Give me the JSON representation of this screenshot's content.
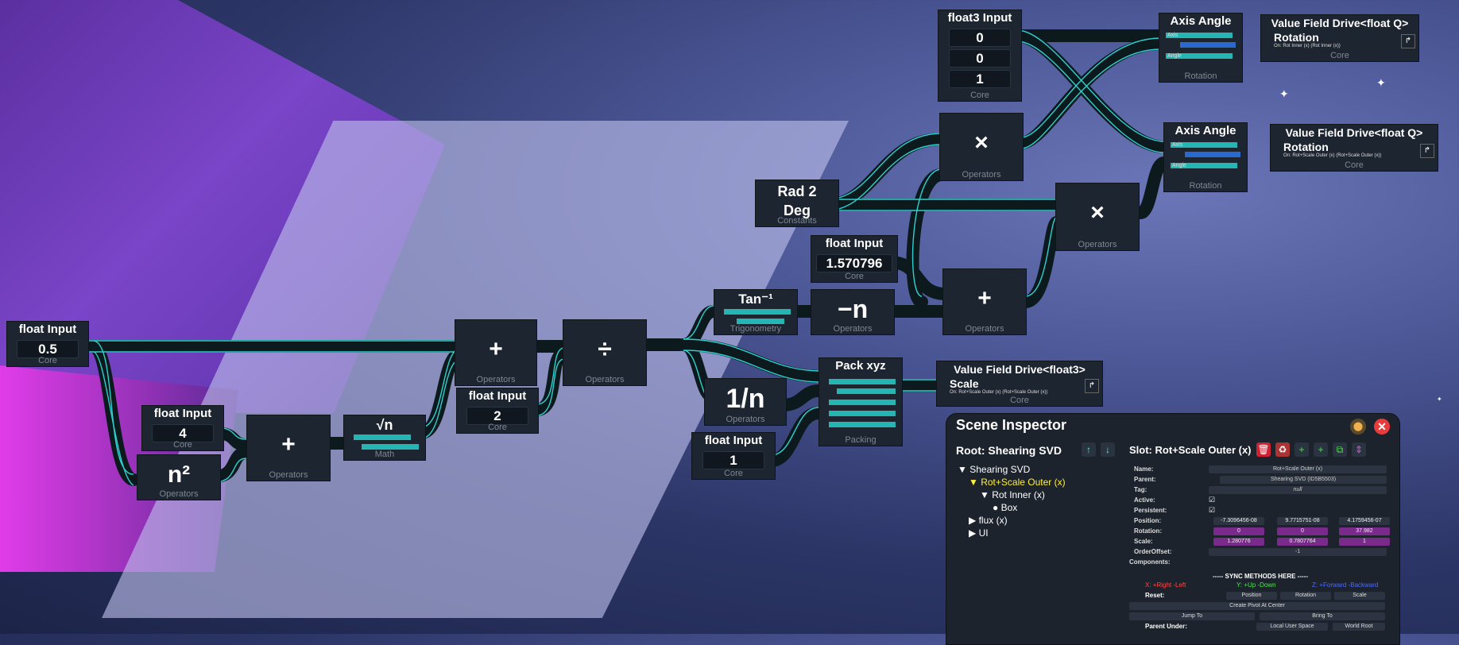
{
  "nodes": {
    "float_input_a": {
      "title": "float Input",
      "value": "0.5",
      "category": "Core"
    },
    "float_input_b": {
      "title": "float Input",
      "value": "4",
      "category": "Core"
    },
    "square": {
      "symbol": "n²",
      "category": "Operators"
    },
    "add_1": {
      "symbol": "+",
      "category": "Operators"
    },
    "sqrt": {
      "symbol": "√n",
      "category": "Math"
    },
    "add_2": {
      "symbol": "+",
      "category": "Operators"
    },
    "float_input_c": {
      "title": "float Input",
      "value": "2",
      "category": "Core"
    },
    "divide": {
      "symbol": "÷",
      "category": "Operators"
    },
    "tan_inv": {
      "symbol": "Tan⁻¹",
      "category": "Trigonometry"
    },
    "negate": {
      "symbol": "−n",
      "category": "Operators"
    },
    "reciprocal": {
      "symbol": "1/n",
      "category": "Operators"
    },
    "float_input_d": {
      "title": "float Input",
      "value": "1",
      "category": "Core"
    },
    "pack_xyz": {
      "title": "Pack xyz",
      "category": "Packing"
    },
    "value_drive_scale": {
      "title": "Value Field Drive<float3>",
      "field": "Scale",
      "target": "On: Rot+Scale Outer (x) (Rot+Scale Outer (x))",
      "category": "Core"
    },
    "float_input_e": {
      "title": "float Input",
      "value": "1.570796",
      "category": "Core"
    },
    "add_3": {
      "symbol": "+",
      "category": "Operators"
    },
    "rad2deg": {
      "title": "Rad 2 Deg",
      "category": "Constants"
    },
    "multiply_1": {
      "symbol": "×",
      "category": "Operators"
    },
    "multiply_2": {
      "symbol": "×",
      "category": "Operators"
    },
    "float3_input": {
      "title": "float3 Input",
      "values": [
        "0",
        "0",
        "1"
      ],
      "category": "Core"
    },
    "axis_angle_1": {
      "title": "Axis Angle",
      "ports": [
        "Axis",
        "Angle"
      ],
      "category": "Rotation"
    },
    "axis_angle_2": {
      "title": "Axis Angle",
      "ports": [
        "Axis",
        "Angle"
      ],
      "category": "Rotation"
    },
    "value_drive_rot_1": {
      "title": "Value Field Drive<float Q>",
      "field": "Rotation",
      "target": "On: Rot Inner (x) (Rot Inner (x))",
      "category": "Core"
    },
    "value_drive_rot_2": {
      "title": "Value Field Drive<float Q>",
      "field": "Rotation",
      "target": "On: Rot+Scale Outer (x) (Rot+Scale Outer (x))",
      "category": "Core"
    }
  },
  "inspector": {
    "title": "Scene Inspector",
    "root_label": "Root: Shearing SVD",
    "slot_label": "Slot: Rot+Scale Outer (x)",
    "tree": [
      "Shearing SVD",
      "Rot+Scale Outer (x)",
      "Rot Inner (x)",
      "Box",
      "flux (x)",
      "UI"
    ],
    "props": {
      "name_label": "Name:",
      "name": "Rot+Scale Outer (x)",
      "parent_label": "Parent:",
      "parent": "Shearing SVD (ID5B5503)",
      "tag_label": "Tag:",
      "tag": "null",
      "active_label": "Active:",
      "persistent_label": "Persistent:",
      "position_label": "Position:",
      "pos_x": "-7.3096456-08",
      "pos_y": "9.7715751-08",
      "pos_z": "4.1759456-07",
      "rotation_label": "Rotation:",
      "rot_x": "0",
      "rot_y": "0",
      "rot_z": "37.982",
      "scale_label": "Scale:",
      "scale_x": "1.280776",
      "scale_y": "0.7807764",
      "scale_z": "1",
      "order_label": "OrderOffset:",
      "order": "-1",
      "components_label": "Components:"
    },
    "sync_header": "----- SYNC METHODS HERE -----",
    "axis_x": "X: +Right -Left",
    "axis_y": "Y: +Up -Down",
    "axis_z": "Z: +Forward -Backward",
    "reset_label": "Reset:",
    "reset_position": "Position",
    "reset_rotation": "Rotation",
    "reset_scale": "Scale",
    "create_pivot": "Create Pivot At Center",
    "jump_to": "Jump To",
    "bring_to": "Bring To",
    "parent_under_label": "Parent Under:",
    "local_user_space": "Local User Space",
    "world_root": "World Root"
  },
  "colors": {
    "wire": "#33e3e0",
    "node_bg": "#1d2530",
    "teal": "#25b6b4",
    "blue": "#2a6ad0"
  }
}
